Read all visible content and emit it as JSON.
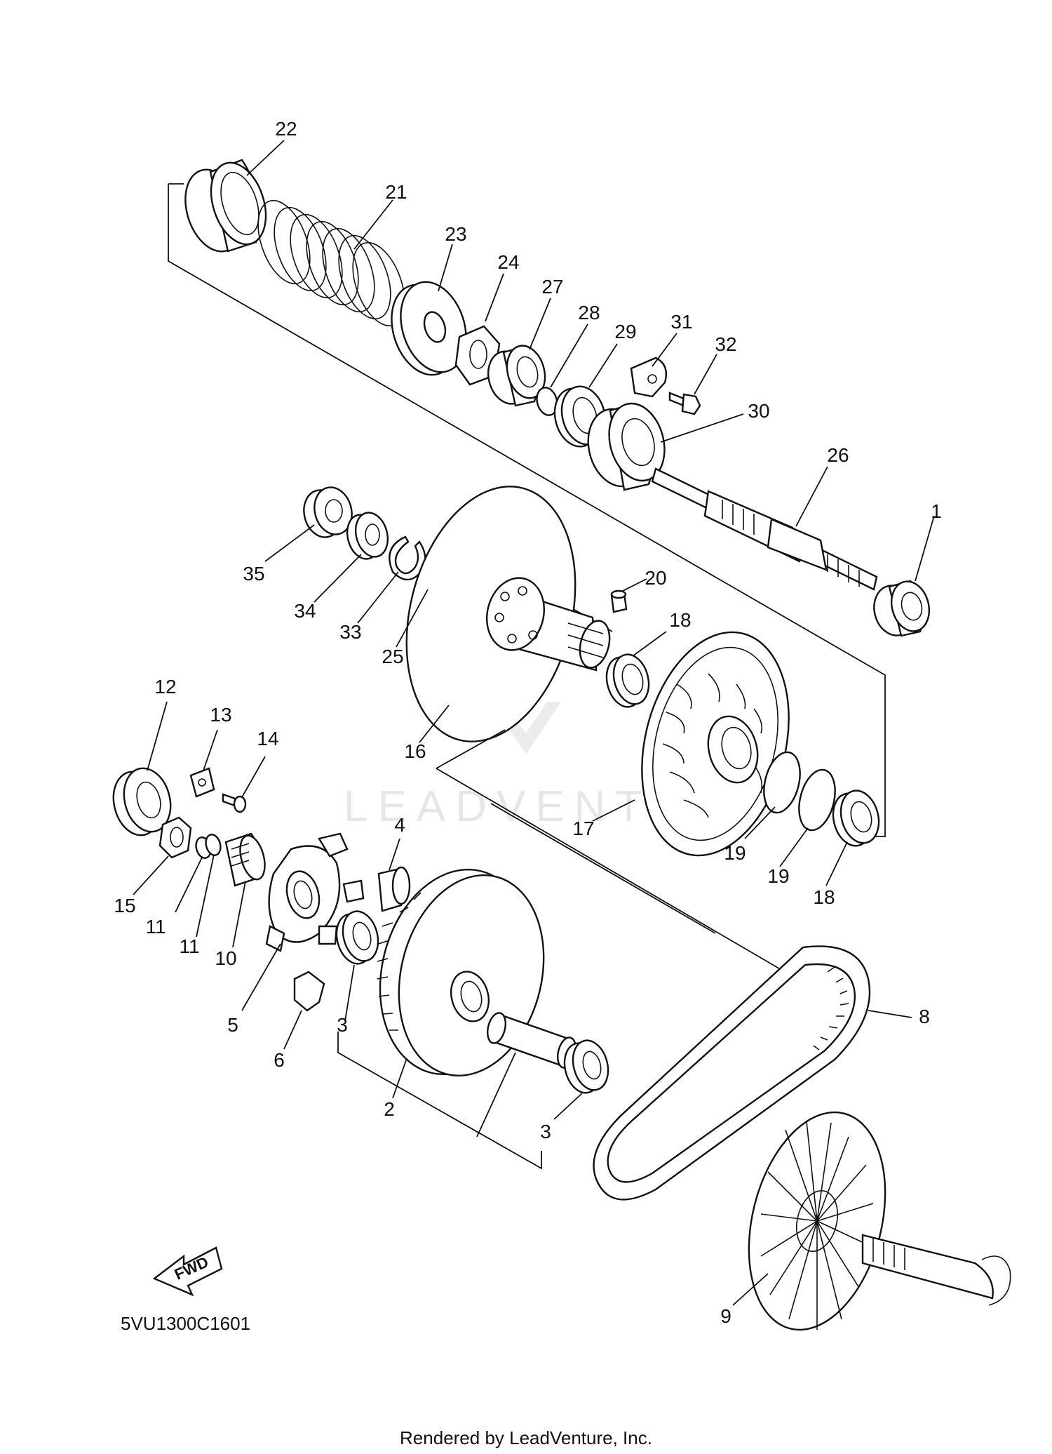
{
  "diagram_code": "5VU1300C1601",
  "fwd_label": "FWD",
  "footer": "Rendered by LeadVenture, Inc.",
  "watermark": "LEADVENTURE",
  "callouts": [
    {
      "id": "c22",
      "text": "22"
    },
    {
      "id": "c21",
      "text": "21"
    },
    {
      "id": "c23",
      "text": "23"
    },
    {
      "id": "c24",
      "text": "24"
    },
    {
      "id": "c27",
      "text": "27"
    },
    {
      "id": "c28",
      "text": "28"
    },
    {
      "id": "c29",
      "text": "29"
    },
    {
      "id": "c31",
      "text": "31"
    },
    {
      "id": "c32",
      "text": "32"
    },
    {
      "id": "c30",
      "text": "30"
    },
    {
      "id": "c26",
      "text": "26"
    },
    {
      "id": "c1",
      "text": "1"
    },
    {
      "id": "c35",
      "text": "35"
    },
    {
      "id": "c34",
      "text": "34"
    },
    {
      "id": "c33",
      "text": "33"
    },
    {
      "id": "c25",
      "text": "25"
    },
    {
      "id": "c20",
      "text": "20"
    },
    {
      "id": "c18a",
      "text": "18"
    },
    {
      "id": "c16",
      "text": "16"
    },
    {
      "id": "c17",
      "text": "17"
    },
    {
      "id": "c19a",
      "text": "19"
    },
    {
      "id": "c19b",
      "text": "19"
    },
    {
      "id": "c18b",
      "text": "18"
    },
    {
      "id": "c12",
      "text": "12"
    },
    {
      "id": "c13",
      "text": "13"
    },
    {
      "id": "c14",
      "text": "14"
    },
    {
      "id": "c15",
      "text": "15"
    },
    {
      "id": "c11a",
      "text": "11"
    },
    {
      "id": "c11b",
      "text": "11"
    },
    {
      "id": "c10",
      "text": "10"
    },
    {
      "id": "c4",
      "text": "4"
    },
    {
      "id": "c5",
      "text": "5"
    },
    {
      "id": "c6",
      "text": "6"
    },
    {
      "id": "c3a",
      "text": "3"
    },
    {
      "id": "c2",
      "text": "2"
    },
    {
      "id": "c3b",
      "text": "3"
    },
    {
      "id": "c8",
      "text": "8"
    },
    {
      "id": "c9",
      "text": "9"
    }
  ]
}
